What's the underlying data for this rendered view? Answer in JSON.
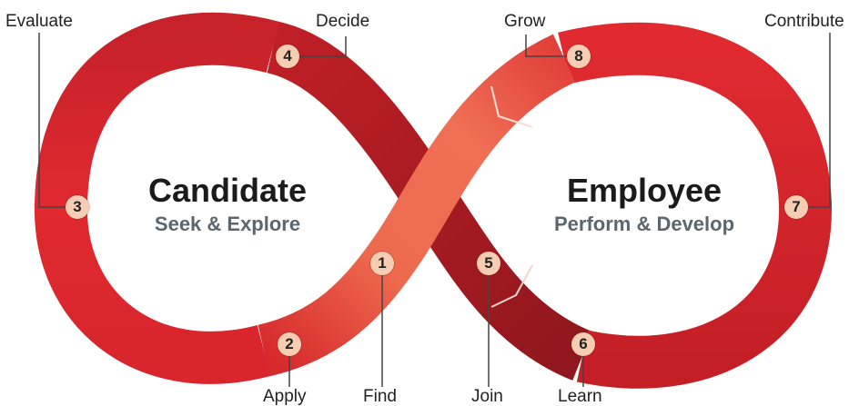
{
  "candidate": {
    "title": "Candidate",
    "subtitle": "Seek & Explore"
  },
  "employee": {
    "title": "Employee",
    "subtitle": "Perform & Develop"
  },
  "steps": [
    {
      "number": "1",
      "label": "Find"
    },
    {
      "number": "2",
      "label": "Apply"
    },
    {
      "number": "3",
      "label": "Evaluate"
    },
    {
      "number": "4",
      "label": "Decide"
    },
    {
      "number": "5",
      "label": "Join"
    },
    {
      "number": "6",
      "label": "Learn"
    },
    {
      "number": "7",
      "label": "Contribute"
    },
    {
      "number": "8",
      "label": "Grow"
    }
  ],
  "colors": {
    "band_dark": "#a51d24",
    "band_mid": "#d8262c",
    "band_light": "#e9634c",
    "badge_fill": "#f6ccb2",
    "title_text": "#1b1b1b",
    "subtitle_text": "#5a6670"
  }
}
